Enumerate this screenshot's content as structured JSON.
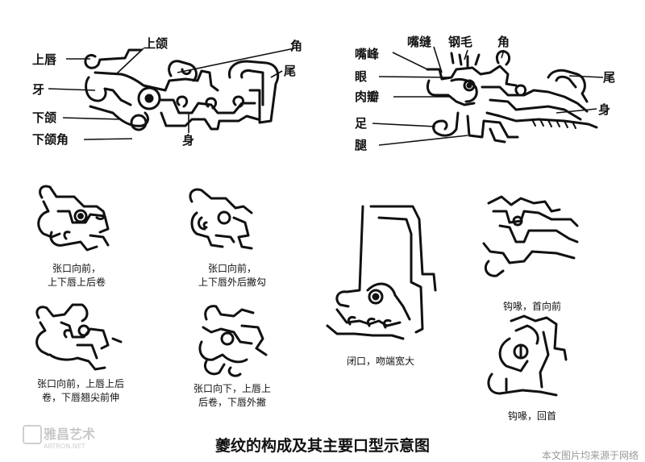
{
  "top_left_labels": {
    "shang_e": "上颌",
    "shang_chun": "上唇",
    "ya": "牙",
    "xia_e": "下颌",
    "xia_e_jiao": "下颌角",
    "jiao": "角",
    "wei": "尾",
    "shen": "身"
  },
  "top_right_labels": {
    "zui_feng": "嘴峰",
    "zui_feng_seam": "嘴缝",
    "gang_mao": "钢毛",
    "jiao": "角",
    "yan": "眼",
    "rou_ban": "肉瓣",
    "wei": "尾",
    "shen": "身",
    "zu": "足",
    "tui": "腿"
  },
  "captions": {
    "a": [
      "张口向前，",
      "上下唇上后卷"
    ],
    "b": [
      "张口向前，",
      "上下唇外后撇勾"
    ],
    "c": [
      "张口向前，上唇上后",
      "卷，下唇翘尖前伸"
    ],
    "d": [
      "张口向下，上唇上",
      "后卷，下唇外撇"
    ],
    "e": [
      "闭口，吻端宽大"
    ],
    "f": [
      "钩喙，首向前"
    ],
    "g": [
      "钩喙，回首"
    ]
  },
  "title": "夔纹的构成及其主要口型示意图",
  "watermark": {
    "main": "雅昌艺术",
    "sub": "ARTRON.NET"
  },
  "credit": "本文图片均来源于网络"
}
